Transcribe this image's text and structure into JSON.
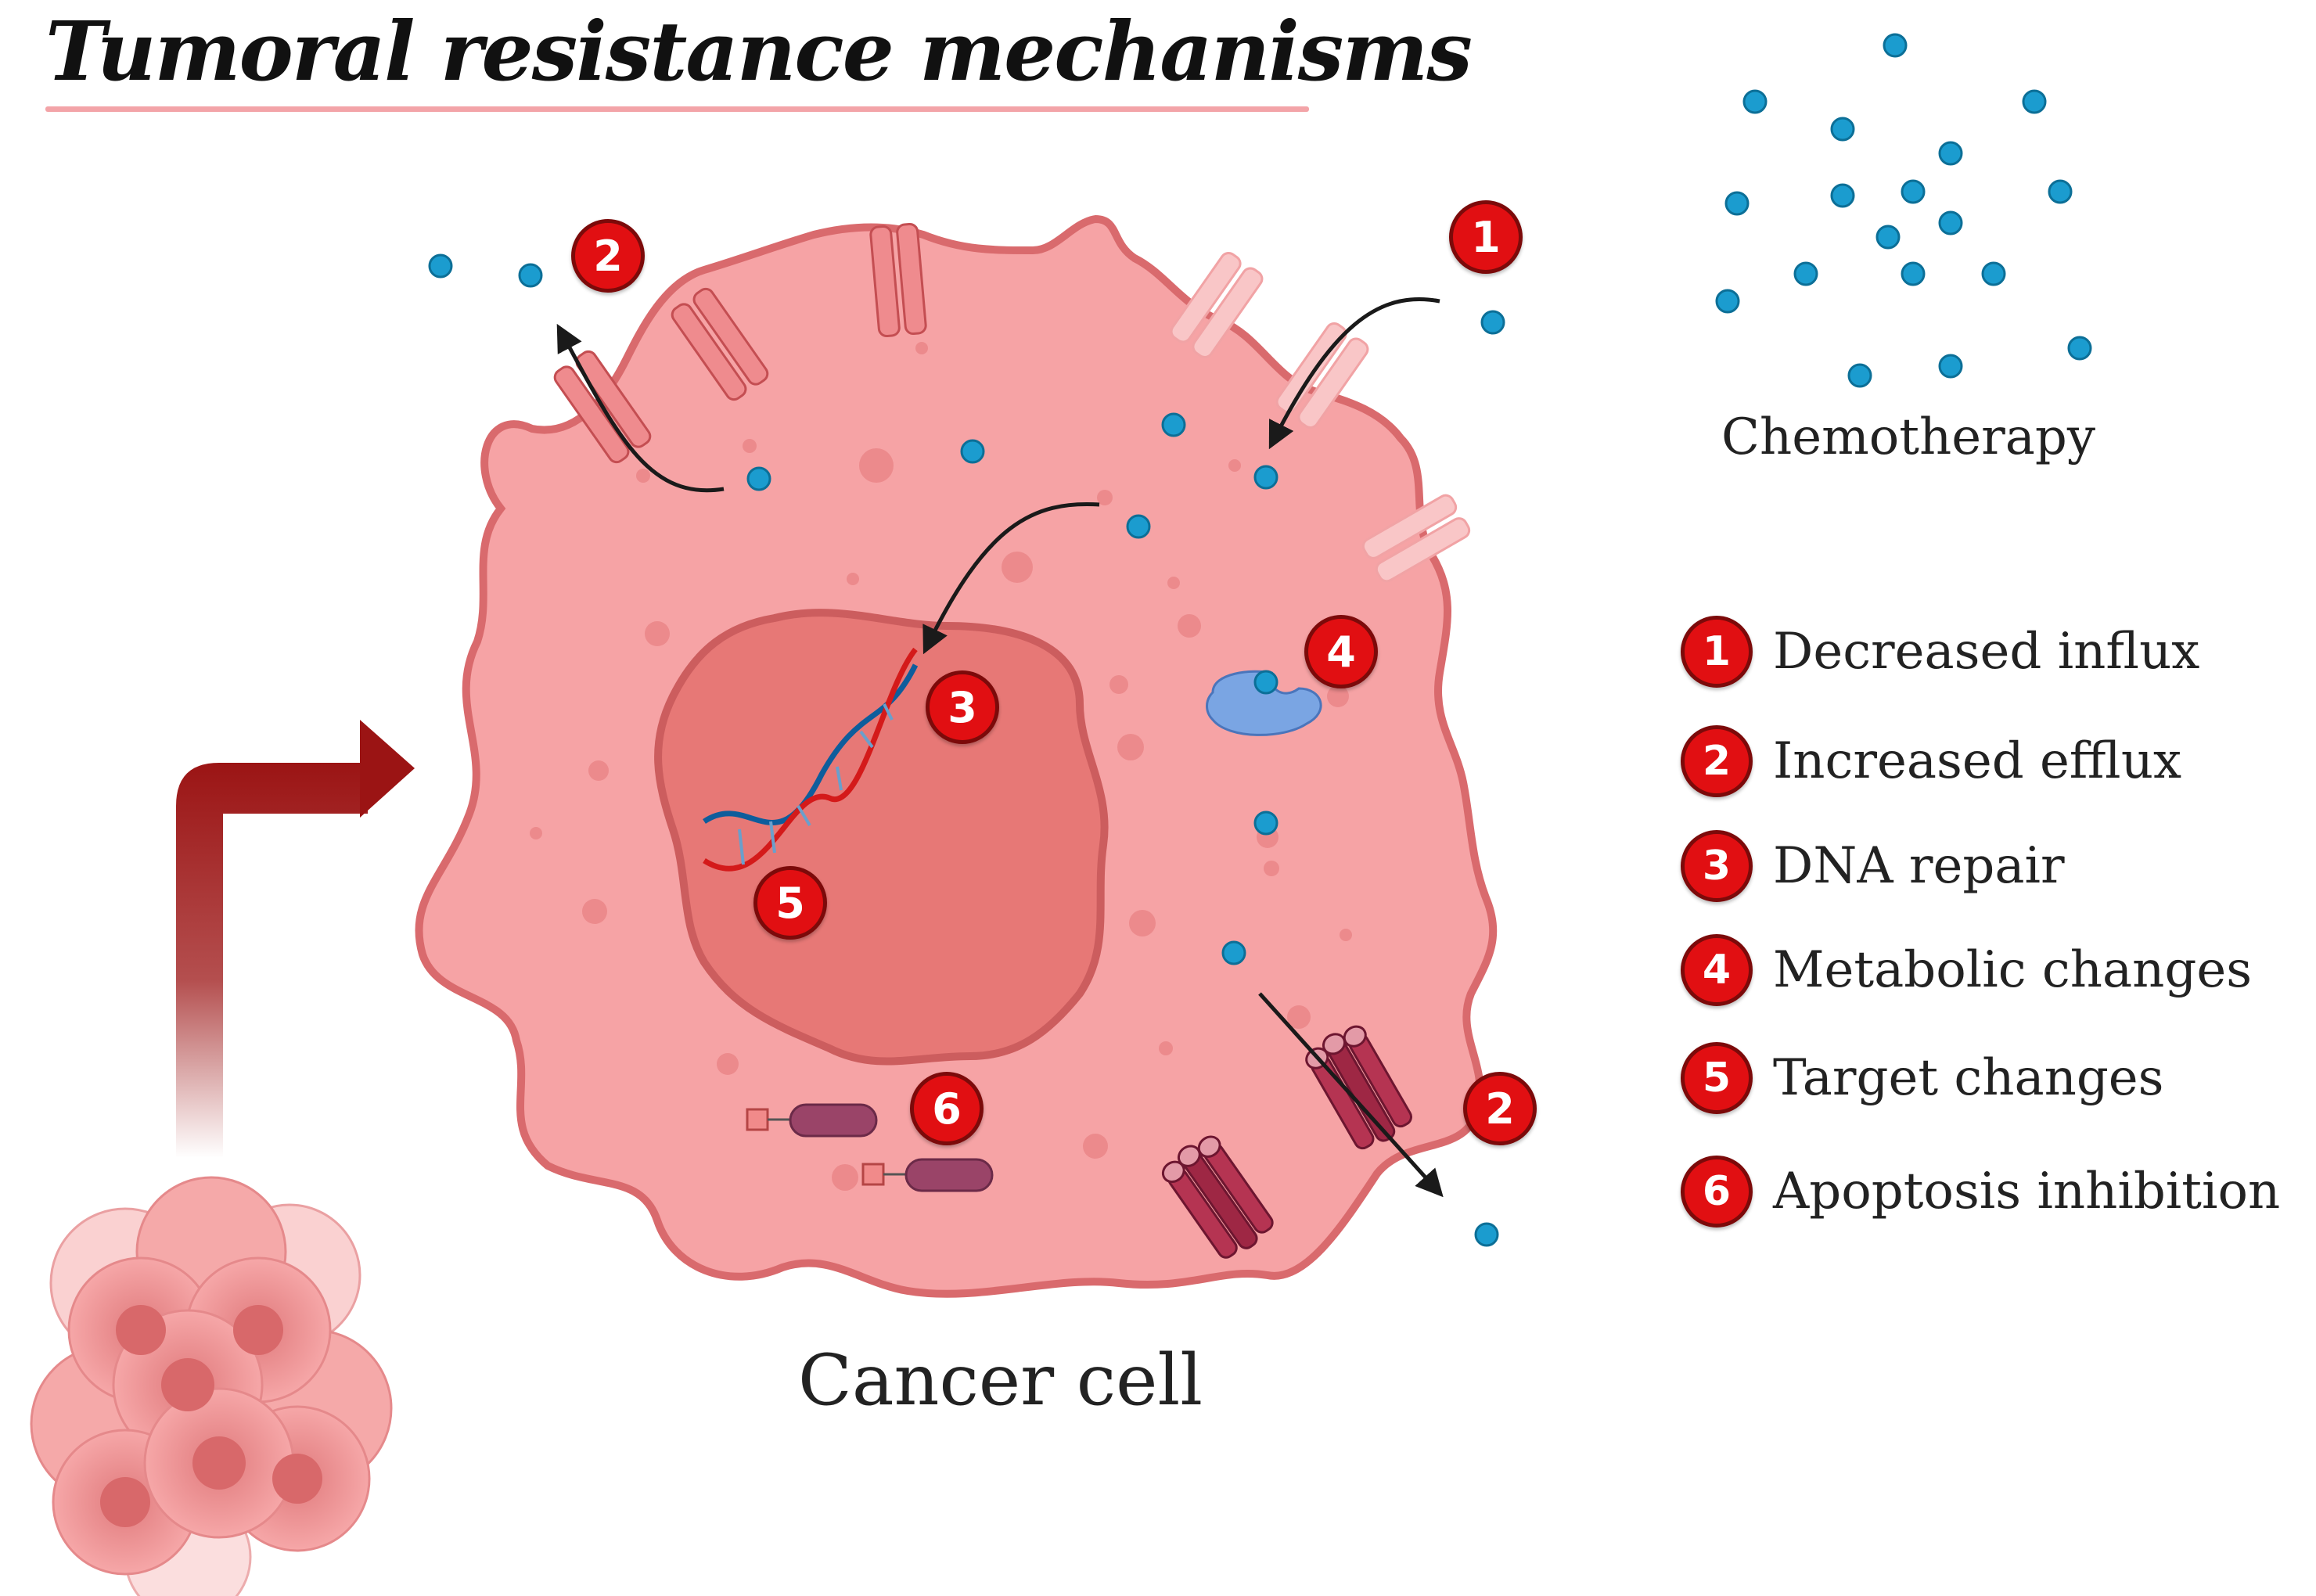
{
  "title": "Tumoral resistance mechanisms",
  "chemo_label": "Chemotherapy",
  "cell_label": "Cancer cell",
  "colors": {
    "badge": "#e10f12",
    "drug": "#1b9ccf",
    "cytoplasm": "#f6a3a5",
    "membrane": "#d96a6d",
    "nucleus": "#e77876",
    "arrow": "#9b1414"
  },
  "legend": [
    {
      "num": "1",
      "label": "Decreased influx"
    },
    {
      "num": "2",
      "label": "Increased efflux"
    },
    {
      "num": "3",
      "label": "DNA repair"
    },
    {
      "num": "4",
      "label": "Metabolic changes"
    },
    {
      "num": "5",
      "label": "Target changes"
    },
    {
      "num": "6",
      "label": "Apoptosis inhibition"
    }
  ],
  "cell_badges": {
    "influx": "1",
    "efflux_top": "2",
    "dna_repair": "3",
    "metabolic": "4",
    "target": "5",
    "apoptosis": "6",
    "efflux_bottom": "2"
  }
}
